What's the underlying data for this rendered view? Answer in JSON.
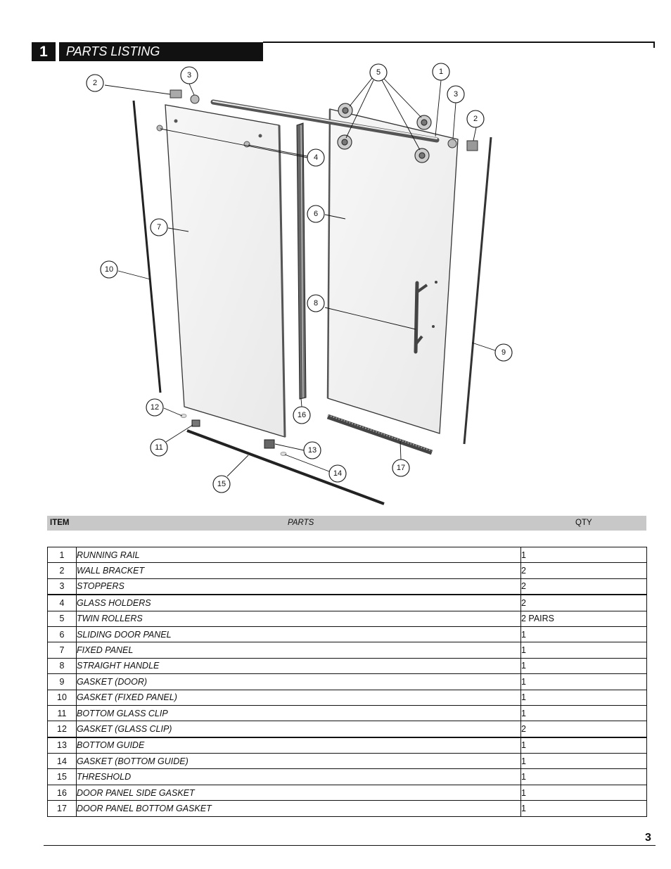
{
  "section": {
    "number": "1",
    "title": "PARTS LISTING"
  },
  "header": {
    "item": "ITEM",
    "parts": "PARTS",
    "qty": "QTY"
  },
  "callouts": [
    "2",
    "3",
    "5",
    "1",
    "3",
    "2",
    "4",
    "6",
    "7",
    "10",
    "8",
    "9",
    "12",
    "16",
    "11",
    "13",
    "14",
    "17",
    "15"
  ],
  "items": [
    {
      "num": "1",
      "part": "RUNNING RAIL",
      "qty": "1"
    },
    {
      "num": "2",
      "part": "WALL BRACKET",
      "qty": "2"
    },
    {
      "num": "3",
      "part": "STOPPERS",
      "qty": "2"
    },
    {
      "num": "4",
      "part": "GLASS HOLDERS",
      "qty": "2"
    },
    {
      "num": "5",
      "part": "TWIN ROLLERS",
      "qty": "2 PAIRS"
    },
    {
      "num": "6",
      "part": "SLIDING DOOR PANEL",
      "qty": "1"
    },
    {
      "num": "7",
      "part": "FIXED PANEL",
      "qty": "1"
    },
    {
      "num": "8",
      "part": "STRAIGHT HANDLE",
      "qty": "1"
    },
    {
      "num": "9",
      "part": "GASKET (DOOR)",
      "qty": "1"
    },
    {
      "num": "10",
      "part": "GASKET (FIXED PANEL)",
      "qty": "1"
    },
    {
      "num": "11",
      "part": "BOTTOM GLASS CLIP",
      "qty": "1"
    },
    {
      "num": "12",
      "part": "GASKET (GLASS CLIP)",
      "qty": "2"
    },
    {
      "num": "13",
      "part": "BOTTOM GUIDE",
      "qty": "1"
    },
    {
      "num": "14",
      "part": "GASKET (BOTTOM GUIDE)",
      "qty": "1"
    },
    {
      "num": "15",
      "part": "THRESHOLD",
      "qty": "1"
    },
    {
      "num": "16",
      "part": "DOOR PANEL SIDE GASKET",
      "qty": "1"
    },
    {
      "num": "17",
      "part": "DOOR PANEL BOTTOM GASKET",
      "qty": "1"
    }
  ],
  "page_number": "3"
}
